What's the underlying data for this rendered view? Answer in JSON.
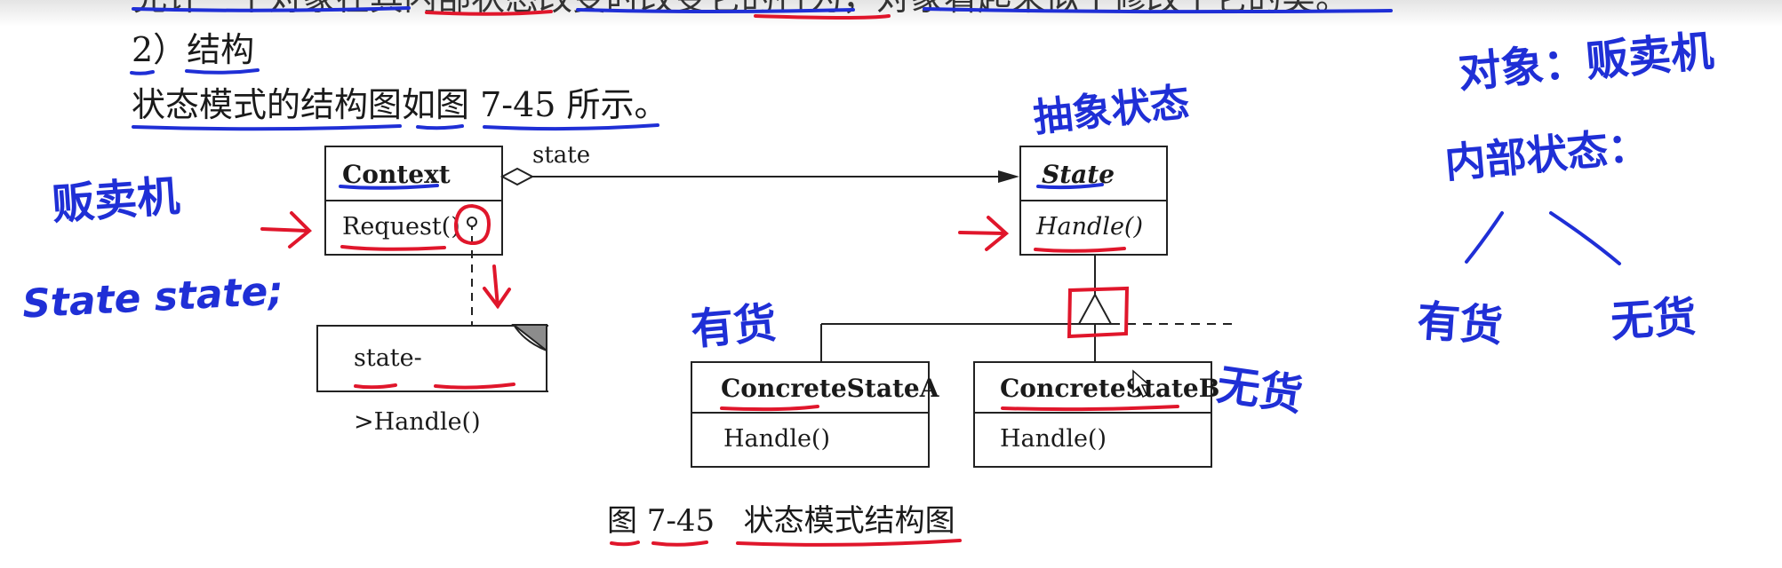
{
  "doc": {
    "top_line": "允许一个对象在其内部状态改变时改变它的行为，对象看起来似乎修改了它的类。",
    "section_heading": "2）结构",
    "intro": "状态模式的结构图如图 7-45 所示。",
    "caption": "图 7-45   状态模式结构图"
  },
  "diagram": {
    "context": {
      "name": "Context",
      "operation": "Request()"
    },
    "state": {
      "name": "State",
      "operation": "Handle()"
    },
    "concrete_a": {
      "name": "ConcreteStateA",
      "operation": "Handle()"
    },
    "concrete_b": {
      "name": "ConcreteStateB",
      "operation": "Handle()"
    },
    "note": "state->Handle()",
    "association_label": "state"
  },
  "annotations": {
    "vending_machine_left": "贩卖机",
    "state_field": "State state;",
    "abstract_state": "抽象状态",
    "has_goods": "有货",
    "no_goods": "无货",
    "object_vending": "对象：贩卖机",
    "internal_state": "内部状态：",
    "has_goods_right": "有货",
    "no_goods_right": "无货"
  },
  "colors": {
    "ink_blue": "#1f2fd6",
    "ink_red": "#e0162b",
    "text": "#1a1a1a",
    "note_corner": "#8c8c8c"
  }
}
